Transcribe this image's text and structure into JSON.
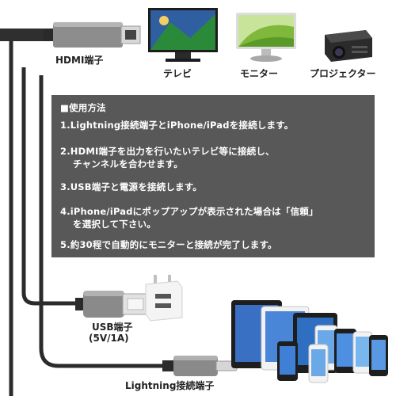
{
  "labels": {
    "hdmi": "HDMI端子",
    "tv": "テレビ",
    "monitor": "モニター",
    "projector": "プロジェクター",
    "usb_line1": "USB端子",
    "usb_line2": "(5V/1A)",
    "lightning": "Lightning接続端子"
  },
  "instructions": {
    "title": "■使用方法",
    "step1": "1.Lightning接続端子とiPhone/iPadを接続します。",
    "step2_line1": "2.HDMI端子を出力を行いたいテレビ等に接続し、",
    "step2_line2": "チャンネルを合わせます。",
    "step3": "3.USB端子と電源を接続します。",
    "step4_line1": "4.iPhone/iPadにポップアップが表示された場合は「信頼」",
    "step4_line2": "を選択して下さい。",
    "step5": "5.約30程で自動的にモニターと接続が完了します。"
  }
}
